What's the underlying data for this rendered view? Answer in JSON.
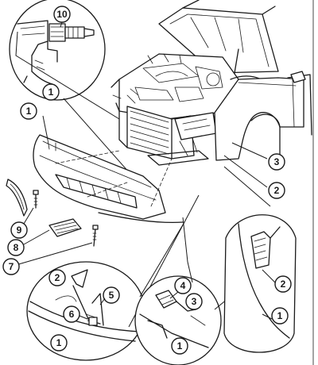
{
  "diagram": {
    "callouts": [
      {
        "id": "c10",
        "label": "10"
      },
      {
        "id": "c1a",
        "label": "1"
      },
      {
        "id": "c1b",
        "label": "1"
      },
      {
        "id": "c3a",
        "label": "3"
      },
      {
        "id": "c2a",
        "label": "2"
      },
      {
        "id": "c9",
        "label": "9"
      },
      {
        "id": "c8",
        "label": "8"
      },
      {
        "id": "c7",
        "label": "7"
      },
      {
        "id": "c2b",
        "label": "2"
      },
      {
        "id": "c5",
        "label": "5"
      },
      {
        "id": "c6",
        "label": "6"
      },
      {
        "id": "c1c",
        "label": "1"
      },
      {
        "id": "c4",
        "label": "4"
      },
      {
        "id": "c3b",
        "label": "3"
      },
      {
        "id": "c1d",
        "label": "1"
      },
      {
        "id": "c2c",
        "label": "2"
      },
      {
        "id": "c1e",
        "label": "1"
      }
    ]
  }
}
